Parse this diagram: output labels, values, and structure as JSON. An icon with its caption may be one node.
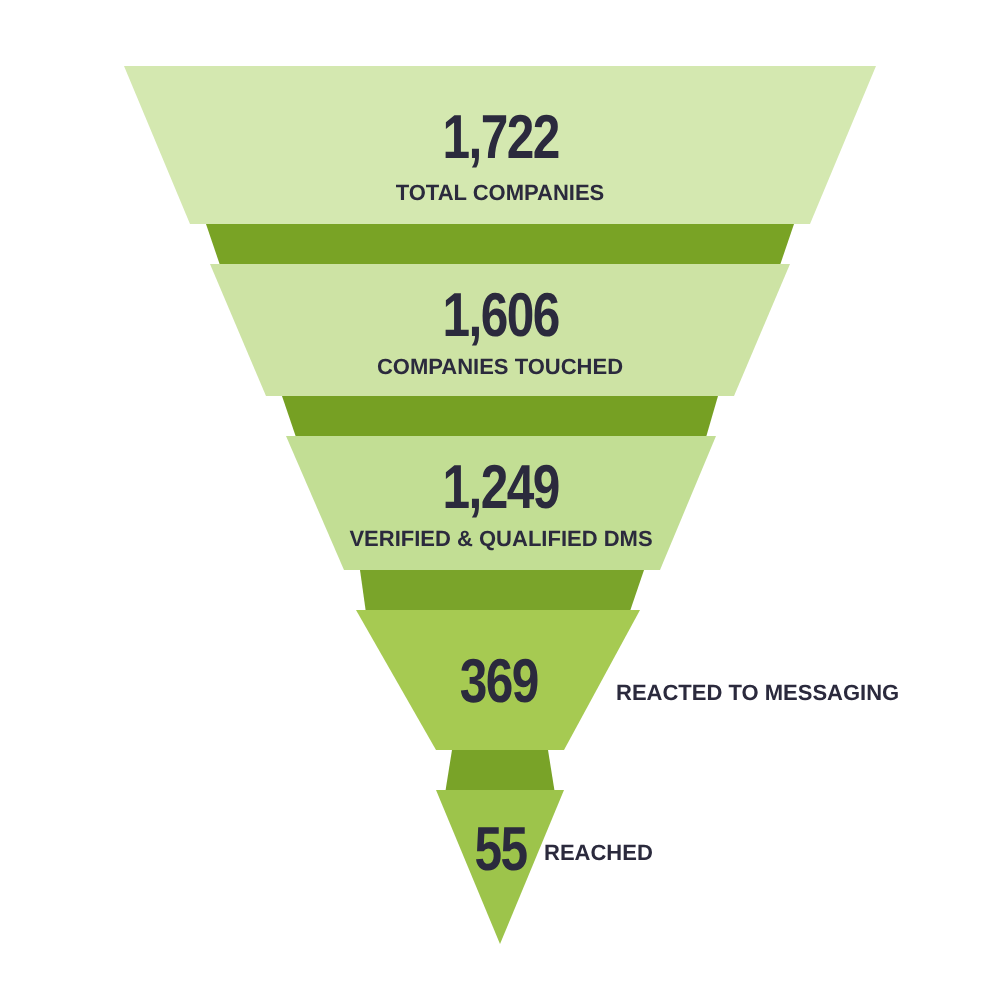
{
  "diagram": {
    "nodes": [
      {
        "text": [
          "1,722",
          "TOTAL COMPANIES"
        ]
      },
      {
        "text": [
          "1,606",
          "COMPANIES TOUCHED"
        ]
      },
      {
        "text": [
          "1,249",
          "VERIFIED & QUALIFIED DMS"
        ]
      },
      {
        "text": [
          "369"
        ],
        "beside": [
          "REACTED TO MESSAGING"
        ]
      },
      {
        "text": [
          "55"
        ],
        "beside": [
          "REACHED"
        ]
      }
    ]
  }
}
